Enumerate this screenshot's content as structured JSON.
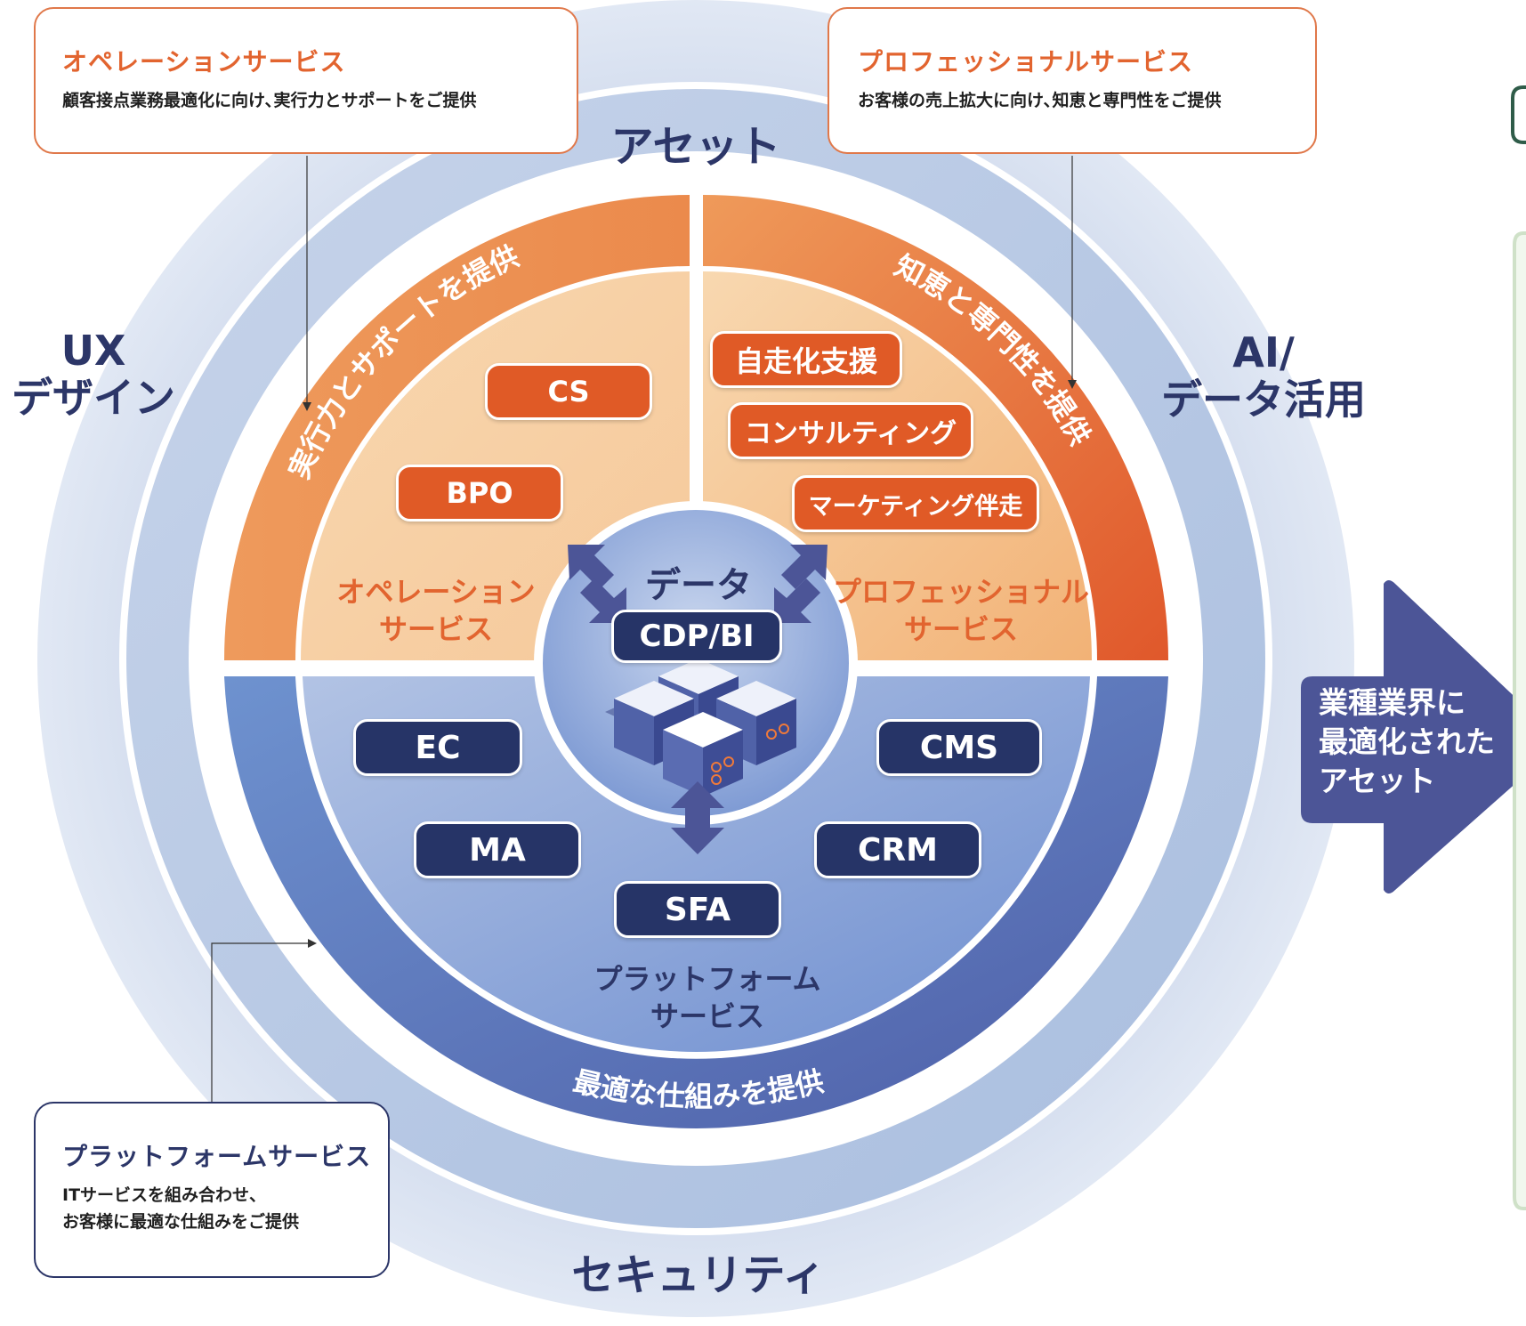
{
  "callouts": {
    "operation": {
      "title": "オペレーションサービス",
      "desc": "顧客接点業務最適化に向け､実行力とサポートをご提供"
    },
    "professional": {
      "title": "プロフェッショナルサービス",
      "desc": "お客様の売上拡大に向け､知恵と専門性をご提供"
    },
    "platform": {
      "title": "プラットフォームサービス",
      "desc": "ITサービスを組み合わせ、\nお客様に最適な仕組みをご提供"
    }
  },
  "outer_ring": {
    "top": "アセット",
    "left": "UX\nデザイン",
    "right": "AI/\nデータ活用",
    "bottom": "セキュリティ"
  },
  "arc_texts": {
    "left": "実行力とサポートを提供",
    "right": "知恵と専門性を提供",
    "bottom": "最適な仕組みを提供"
  },
  "segments": {
    "operation_label": "オペレーション\nサービス",
    "professional_label": "プロフェッショナル\nサービス",
    "platform_label": "プラットフォーム\nサービス"
  },
  "center": {
    "title": "データ",
    "badge": "CDP/BI"
  },
  "pills": {
    "cs": "CS",
    "bpo": "BPO",
    "self_running": "自走化支援",
    "consulting": "コンサルティング",
    "marketing": "マーケティング伴走",
    "ec": "EC",
    "cms": "CMS",
    "ma": "MA",
    "crm": "CRM",
    "sfa": "SFA"
  },
  "right_arrow": {
    "text": "業種業界に\n最適化された\nアセット"
  },
  "colors": {
    "orange": "#e05a26",
    "navy": "#263467",
    "indigo_arrow": "#4c5597",
    "light_orange": "#f6cfa0",
    "blue_band": "#6783c4"
  }
}
